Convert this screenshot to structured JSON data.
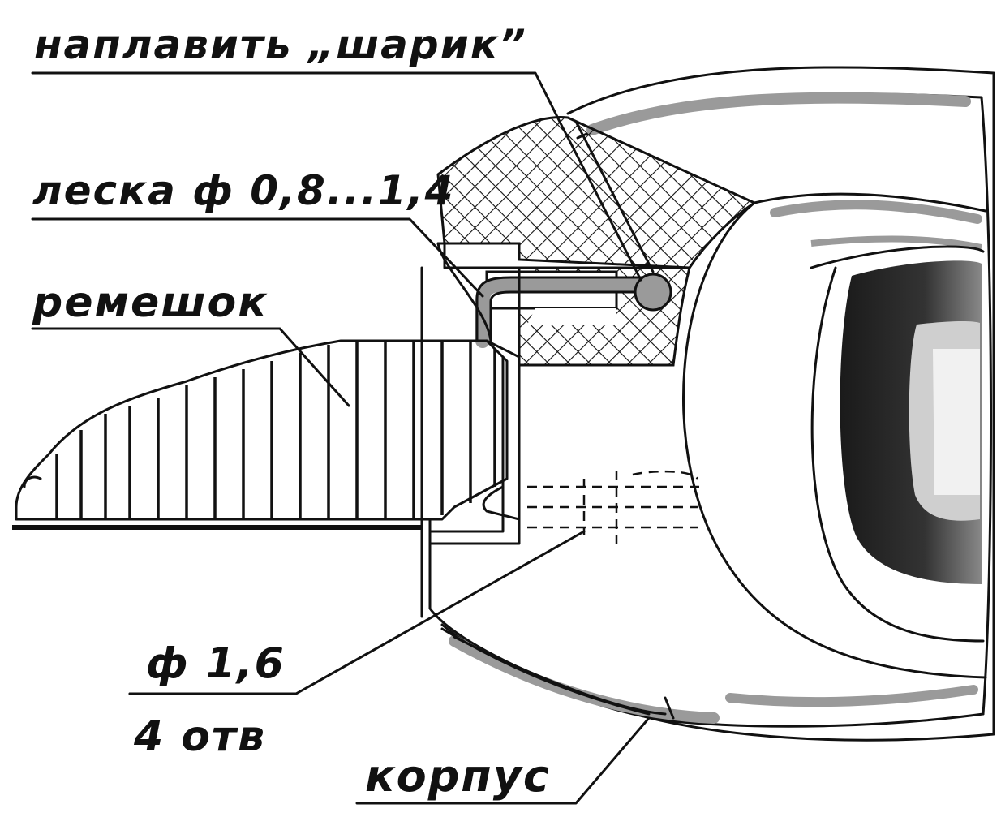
{
  "labels": {
    "ball": "наплавить „шарик”",
    "line": "леска ф 0,8...1,4",
    "strap": "ремешок",
    "hole_dia": "ф 1,6",
    "hole_count": "4 отв",
    "body": "корпус"
  },
  "colors": {
    "ink": "#111111",
    "shade": "#9a9a9a",
    "dark": "#1a1a1a",
    "paper": "#ffffff"
  }
}
